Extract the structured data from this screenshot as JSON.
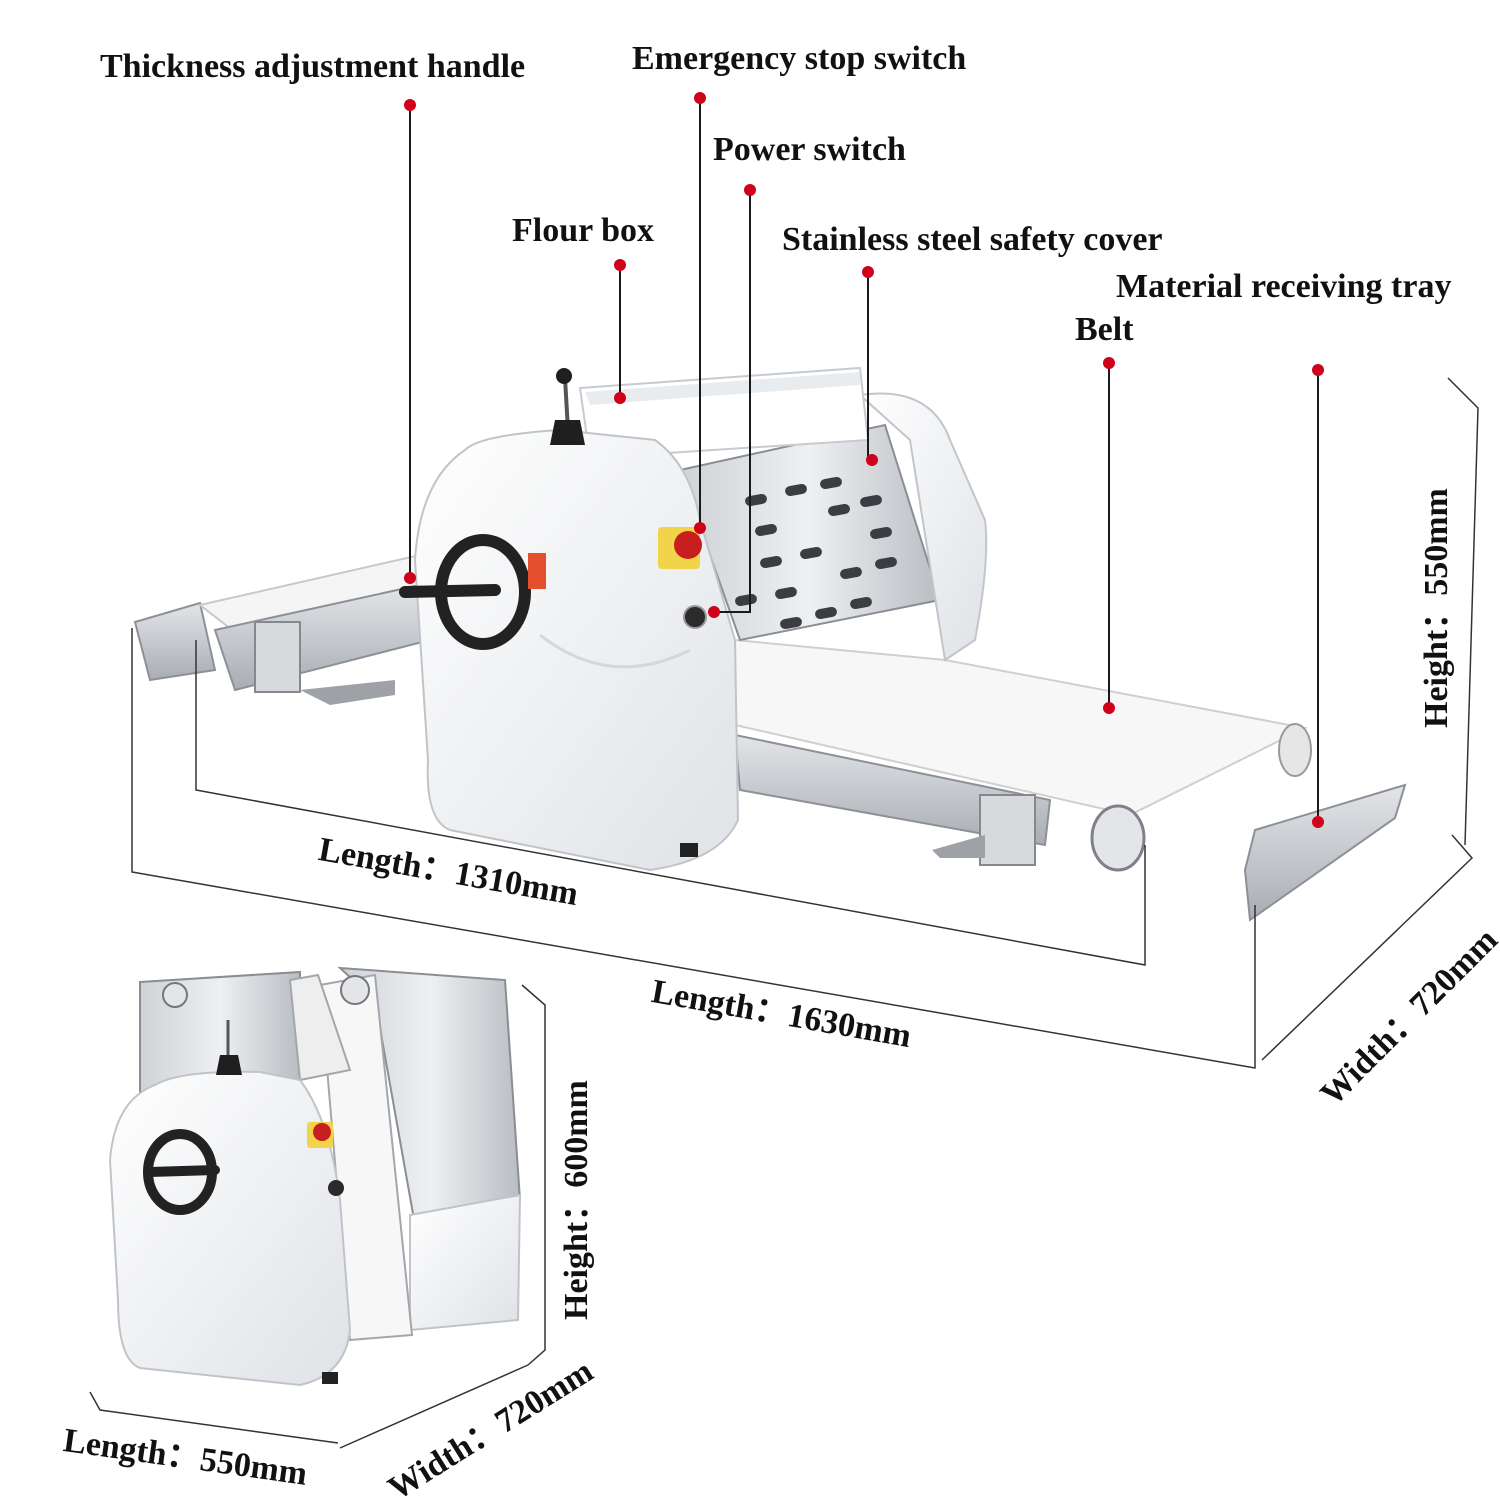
{
  "callouts": {
    "thickness_handle": "Thickness adjustment handle",
    "emergency_stop": "Emergency stop switch",
    "power_switch": "Power switch",
    "flour_box": "Flour box",
    "safety_cover": "Stainless steel safety cover",
    "receiving_tray": "Material receiving tray",
    "belt": "Belt"
  },
  "dimensions": {
    "length_inner": "Length：1310mm",
    "length_outer": "Length：1630mm",
    "height_main": "Height：550mm",
    "width_main": "Width：720mm",
    "height_folded": "Height：600mm",
    "width_folded": "Width：720mm",
    "length_folded": "Length：550mm"
  },
  "colors": {
    "callout_dot": "#d0021b",
    "machine_body": "#f2f3f5",
    "steel": "#c9ccd0",
    "belt": "#f7f7f7"
  }
}
